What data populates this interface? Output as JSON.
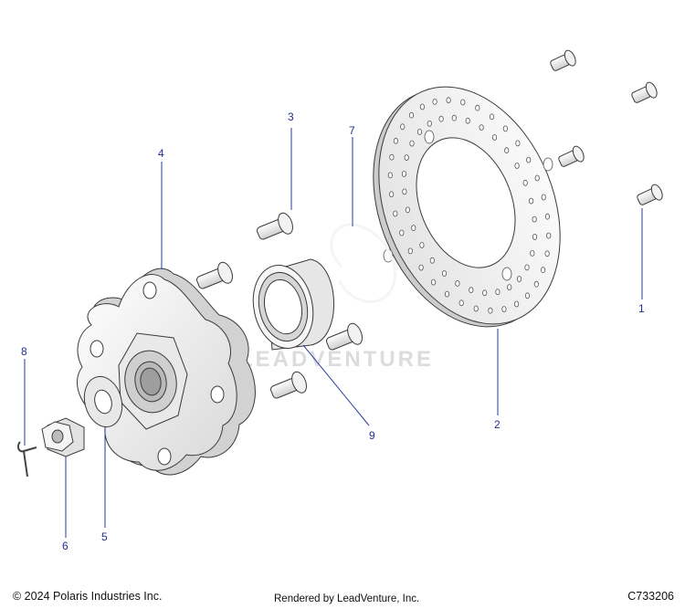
{
  "diagram": {
    "callouts": [
      {
        "id": "c1",
        "label": "1"
      },
      {
        "id": "c2",
        "label": "2"
      },
      {
        "id": "c3",
        "label": "3"
      },
      {
        "id": "c4",
        "label": "4"
      },
      {
        "id": "c5",
        "label": "5"
      },
      {
        "id": "c6",
        "label": "6"
      },
      {
        "id": "c7",
        "label": "7"
      },
      {
        "id": "c8",
        "label": "8"
      },
      {
        "id": "c9",
        "label": "9"
      }
    ],
    "watermark": "LEADVENTURE"
  },
  "footer": {
    "copyright": "© 2024 Polaris Industries Inc.",
    "rendered_by": "Rendered by LeadVenture, Inc.",
    "part_code": "C733206"
  },
  "colors": {
    "callout": "#1f2f8c",
    "part_fill": "#f4f4f4",
    "part_stroke": "#3a3a3a"
  }
}
